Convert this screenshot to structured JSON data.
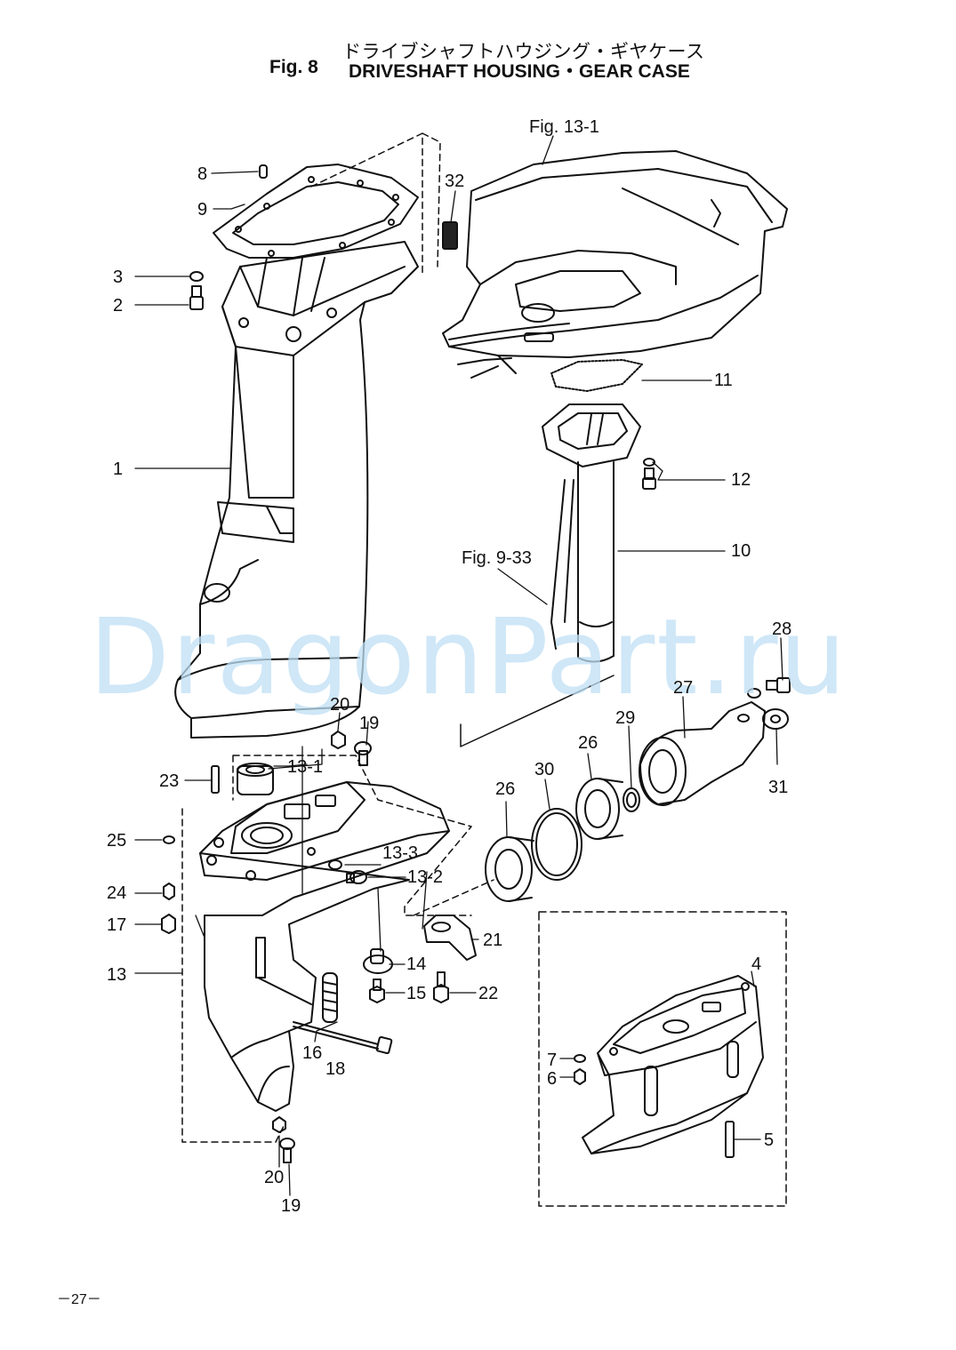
{
  "header": {
    "japanese_title": "ドライブシャフトハウジング・ギヤケース",
    "figure_number": "Fig. 8",
    "title": "DRIVESHAFT HOUSING・GEAR CASE"
  },
  "references": {
    "fig_13_1": "Fig. 13-1",
    "fig_9_33": "Fig. 9-33"
  },
  "callouts": {
    "c1": "1",
    "c2": "2",
    "c3": "3",
    "c4": "4",
    "c5": "5",
    "c6": "6",
    "c7": "7",
    "c8": "8",
    "c9": "9",
    "c10": "10",
    "c11": "11",
    "c12": "12",
    "c13": "13",
    "c13_1": "13-1",
    "c13_2": "13-2",
    "c13_3": "13-3",
    "c14": "14",
    "c15": "15",
    "c16": "16",
    "c17": "17",
    "c18": "18",
    "c19a": "19",
    "c19b": "19",
    "c20a": "20",
    "c20b": "20",
    "c21": "21",
    "c22": "22",
    "c23": "23",
    "c24": "24",
    "c25": "25",
    "c26a": "26",
    "c26b": "26",
    "c27": "27",
    "c28": "28",
    "c29": "29",
    "c30": "30",
    "c31": "31",
    "c32": "32"
  },
  "watermark": "DragonPart.ru",
  "page_number": "－27－"
}
